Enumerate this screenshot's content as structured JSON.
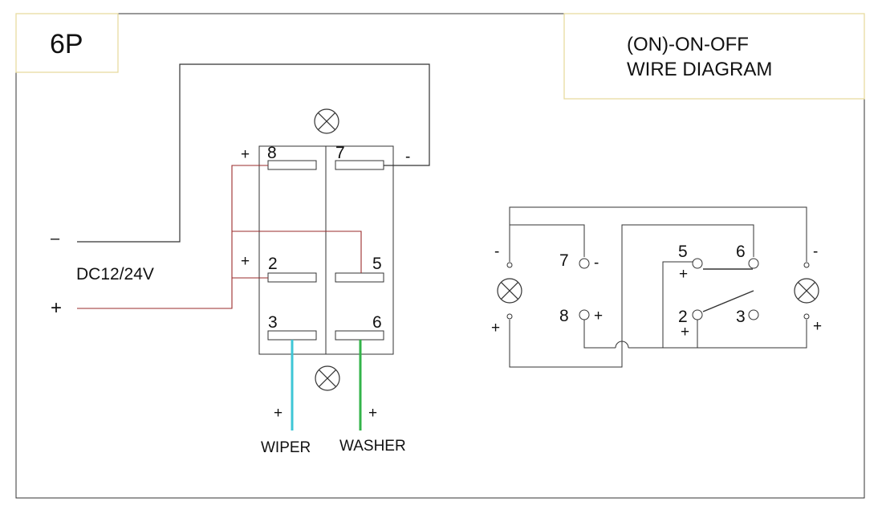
{
  "title_box": {
    "text": "6P"
  },
  "header_box": {
    "line1": "(ON)-ON-OFF",
    "line2": "WIRE DIAGRAM"
  },
  "left": {
    "power_minus": "–",
    "power_plus": "+",
    "power_label": "DC12/24V",
    "pins": {
      "p8": "8",
      "p7": "7",
      "p2": "2",
      "p5": "5",
      "p3": "3",
      "p6": "6"
    },
    "signs": {
      "plus_8": "+",
      "minus_7": "-",
      "plus_2": "+",
      "plus_wiper": "+",
      "plus_washer": "+"
    },
    "wiper_label": "WIPER",
    "washer_label": "WASHER",
    "colors": {
      "wiper_wire": "#3ec6d6",
      "washer_wire": "#33b34a",
      "power_wire": "#9a2b2b",
      "box_border": "#e8dca0"
    }
  },
  "right": {
    "pins": {
      "p7": "7",
      "p8": "8",
      "p5": "5",
      "p6": "6",
      "p2": "2",
      "p3": "3"
    },
    "signs": {
      "lamp_left_minus": "-",
      "lamp_left_plus": "+",
      "p7_minus": "-",
      "p8_plus": "+",
      "p5_plus": "+",
      "p2_plus": "+",
      "lamp_right_minus": "-",
      "lamp_right_plus": "+"
    }
  },
  "icons": [
    "lamp-icon"
  ]
}
